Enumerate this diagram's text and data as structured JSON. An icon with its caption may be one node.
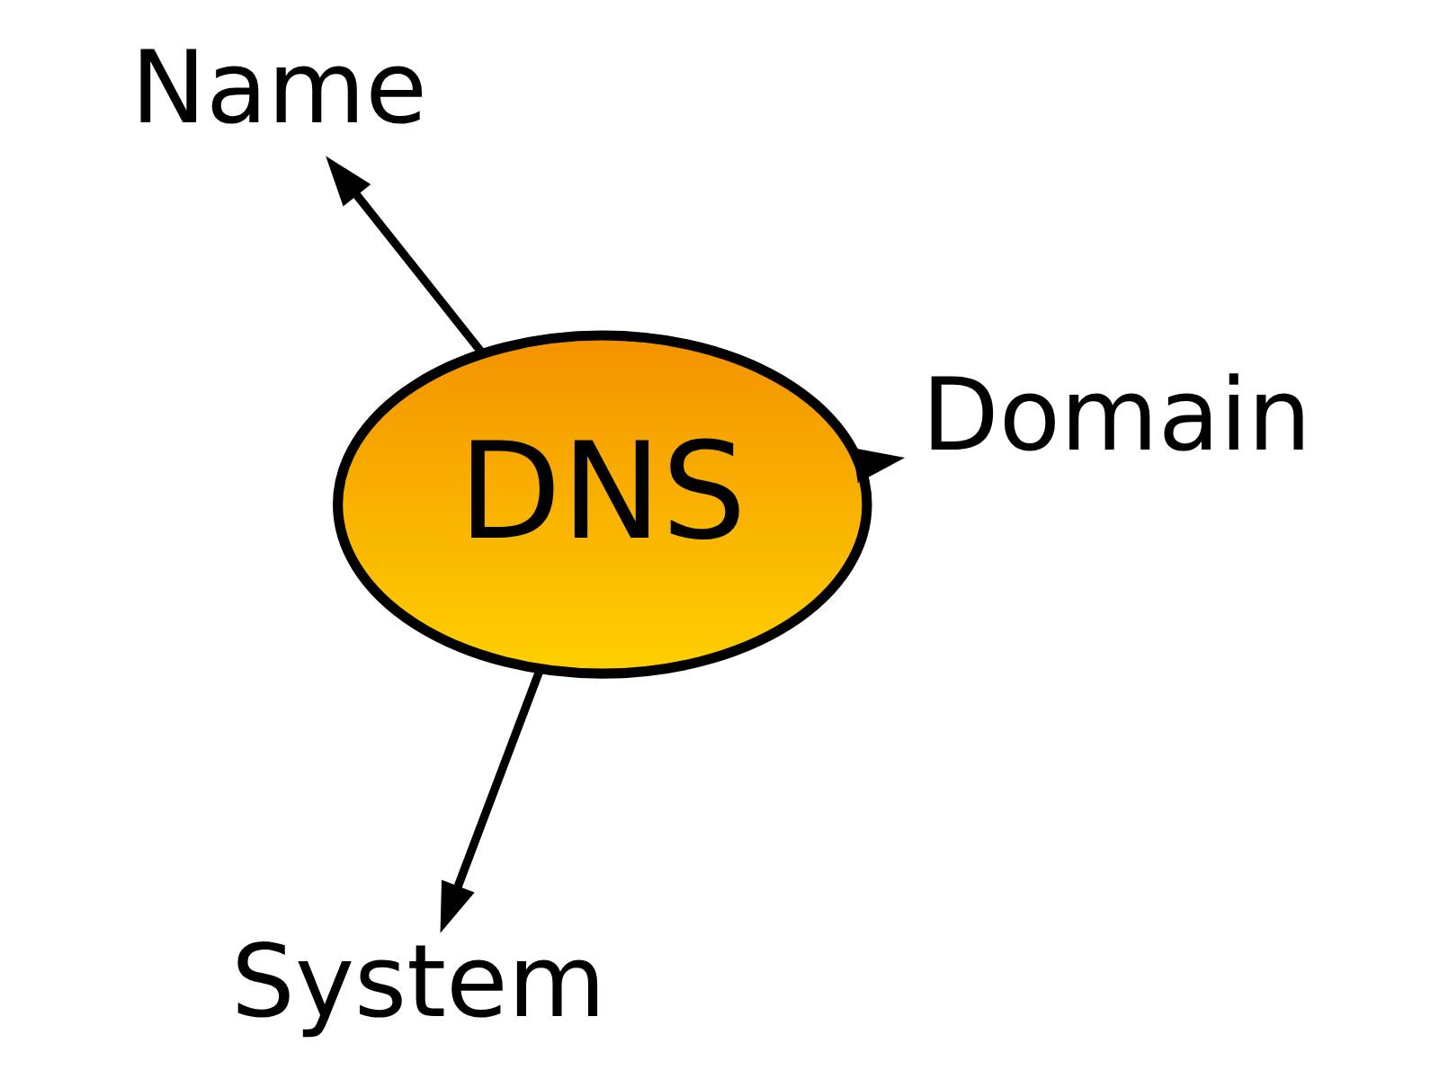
{
  "diagram": {
    "nodes": [
      {
        "text": [
          "DNS"
        ]
      },
      {
        "text": [
          "Domain"
        ]
      },
      {
        "text": [
          "System"
        ]
      },
      {
        "text": [
          "Name"
        ]
      }
    ],
    "edges": [
      {
        "from": 0,
        "to": 1,
        "arrow": "to"
      },
      {
        "from": 0,
        "to": 2,
        "arrow": "to"
      },
      {
        "from": 0,
        "to": 3,
        "arrow": "to"
      }
    ]
  }
}
